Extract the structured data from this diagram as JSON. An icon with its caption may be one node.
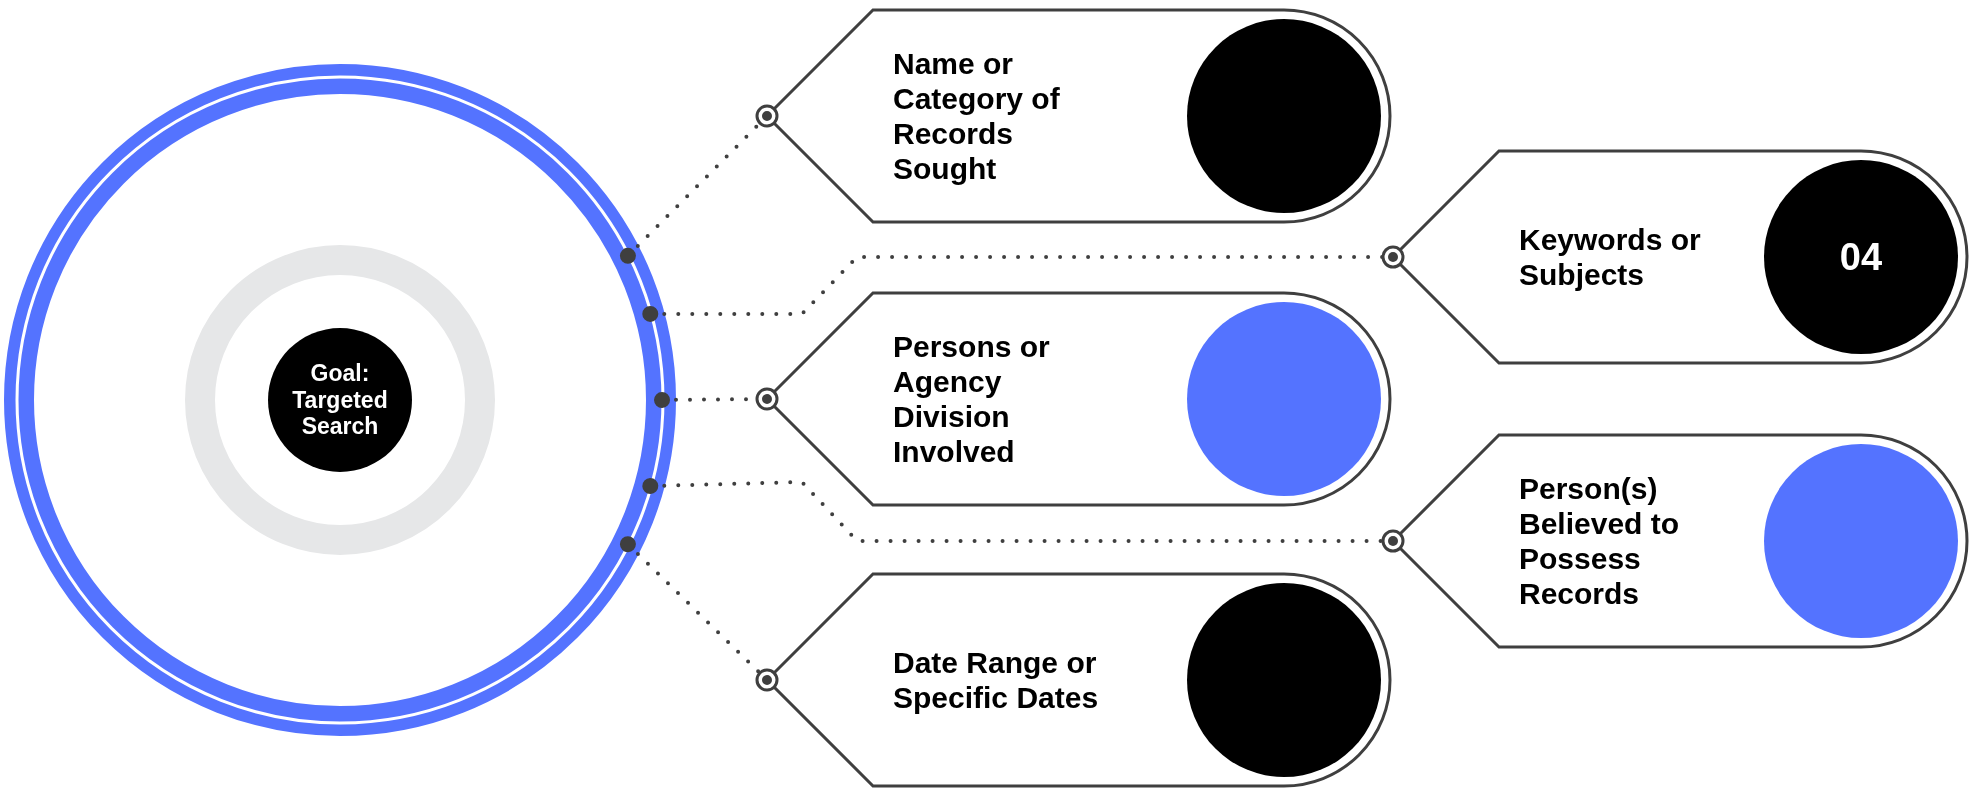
{
  "diagram": {
    "nodes": [
      {
        "text": [],
        "shape": "circle"
      },
      {
        "text": [
          "Goal: Targeted Search"
        ],
        "in": 0
      },
      {
        "text": [
          "Name or Category of Records Sought"
        ]
      },
      {
        "text": [],
        "shape": "circle",
        "in": 2
      },
      {
        "text": [
          "Keywords or Subjects"
        ]
      },
      {
        "text": [
          "04"
        ],
        "in": 4
      },
      {
        "text": [
          "Persons or Agency Division Involved"
        ]
      },
      {
        "text": [],
        "shape": "circle",
        "in": 6
      },
      {
        "text": [
          "Person(s) Believed to Possess Records"
        ]
      },
      {
        "text": [],
        "shape": "circle",
        "in": 8
      },
      {
        "text": [
          "Date Range or Specific Dates"
        ]
      },
      {
        "text": [],
        "shape": "circle",
        "in": 10
      }
    ],
    "edges": [
      {
        "from": 0,
        "to": 2,
        "arrow": "other",
        "style": "dashed"
      },
      {
        "from": 0,
        "to": 4,
        "arrow": "other",
        "style": "dashed"
      },
      {
        "from": 0,
        "to": 6,
        "arrow": "other",
        "style": "dashed"
      },
      {
        "from": 0,
        "to": 8,
        "arrow": "other",
        "style": "dashed"
      },
      {
        "from": 0,
        "to": 10,
        "arrow": "other",
        "style": "dashed"
      }
    ]
  }
}
